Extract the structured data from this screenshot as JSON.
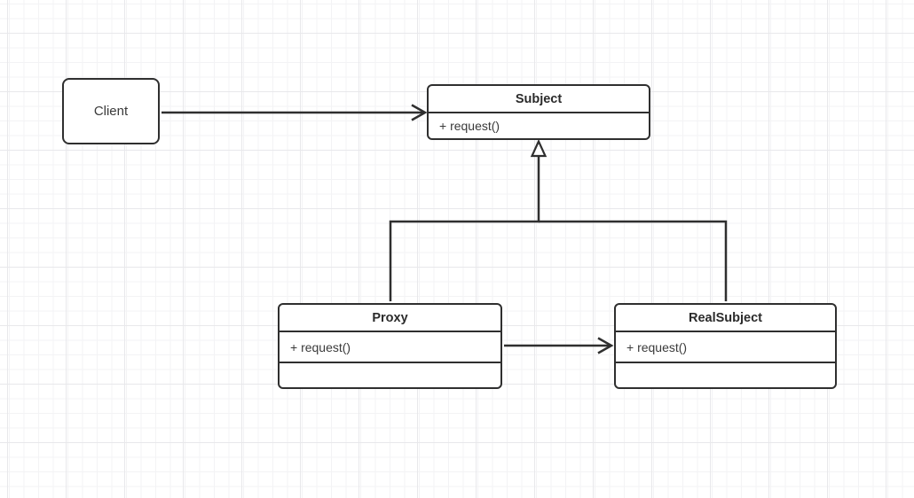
{
  "diagram": {
    "pattern": "Proxy design pattern UML class diagram",
    "nodes": {
      "client": {
        "label": "Client"
      },
      "subject": {
        "title": "Subject",
        "method": "+ request()"
      },
      "proxy": {
        "title": "Proxy",
        "method": "+ request()"
      },
      "realsubject": {
        "title": "RealSubject",
        "method": "+ request()"
      }
    },
    "edges": [
      {
        "from": "Client",
        "to": "Subject",
        "type": "association",
        "arrow": "open"
      },
      {
        "from": "Proxy",
        "to": "Subject",
        "type": "generalization",
        "arrow": "hollow-triangle"
      },
      {
        "from": "RealSubject",
        "to": "Subject",
        "type": "generalization",
        "arrow": "hollow-triangle"
      },
      {
        "from": "Proxy",
        "to": "RealSubject",
        "type": "association",
        "arrow": "open"
      }
    ],
    "colors": {
      "stroke": "#2f2f2f",
      "node_fill": "#ffffff",
      "text": "#3a3a3a",
      "grid_minor": "#f3f3f5",
      "grid_major": "#e8e8eb",
      "background": "#ffffff"
    }
  }
}
